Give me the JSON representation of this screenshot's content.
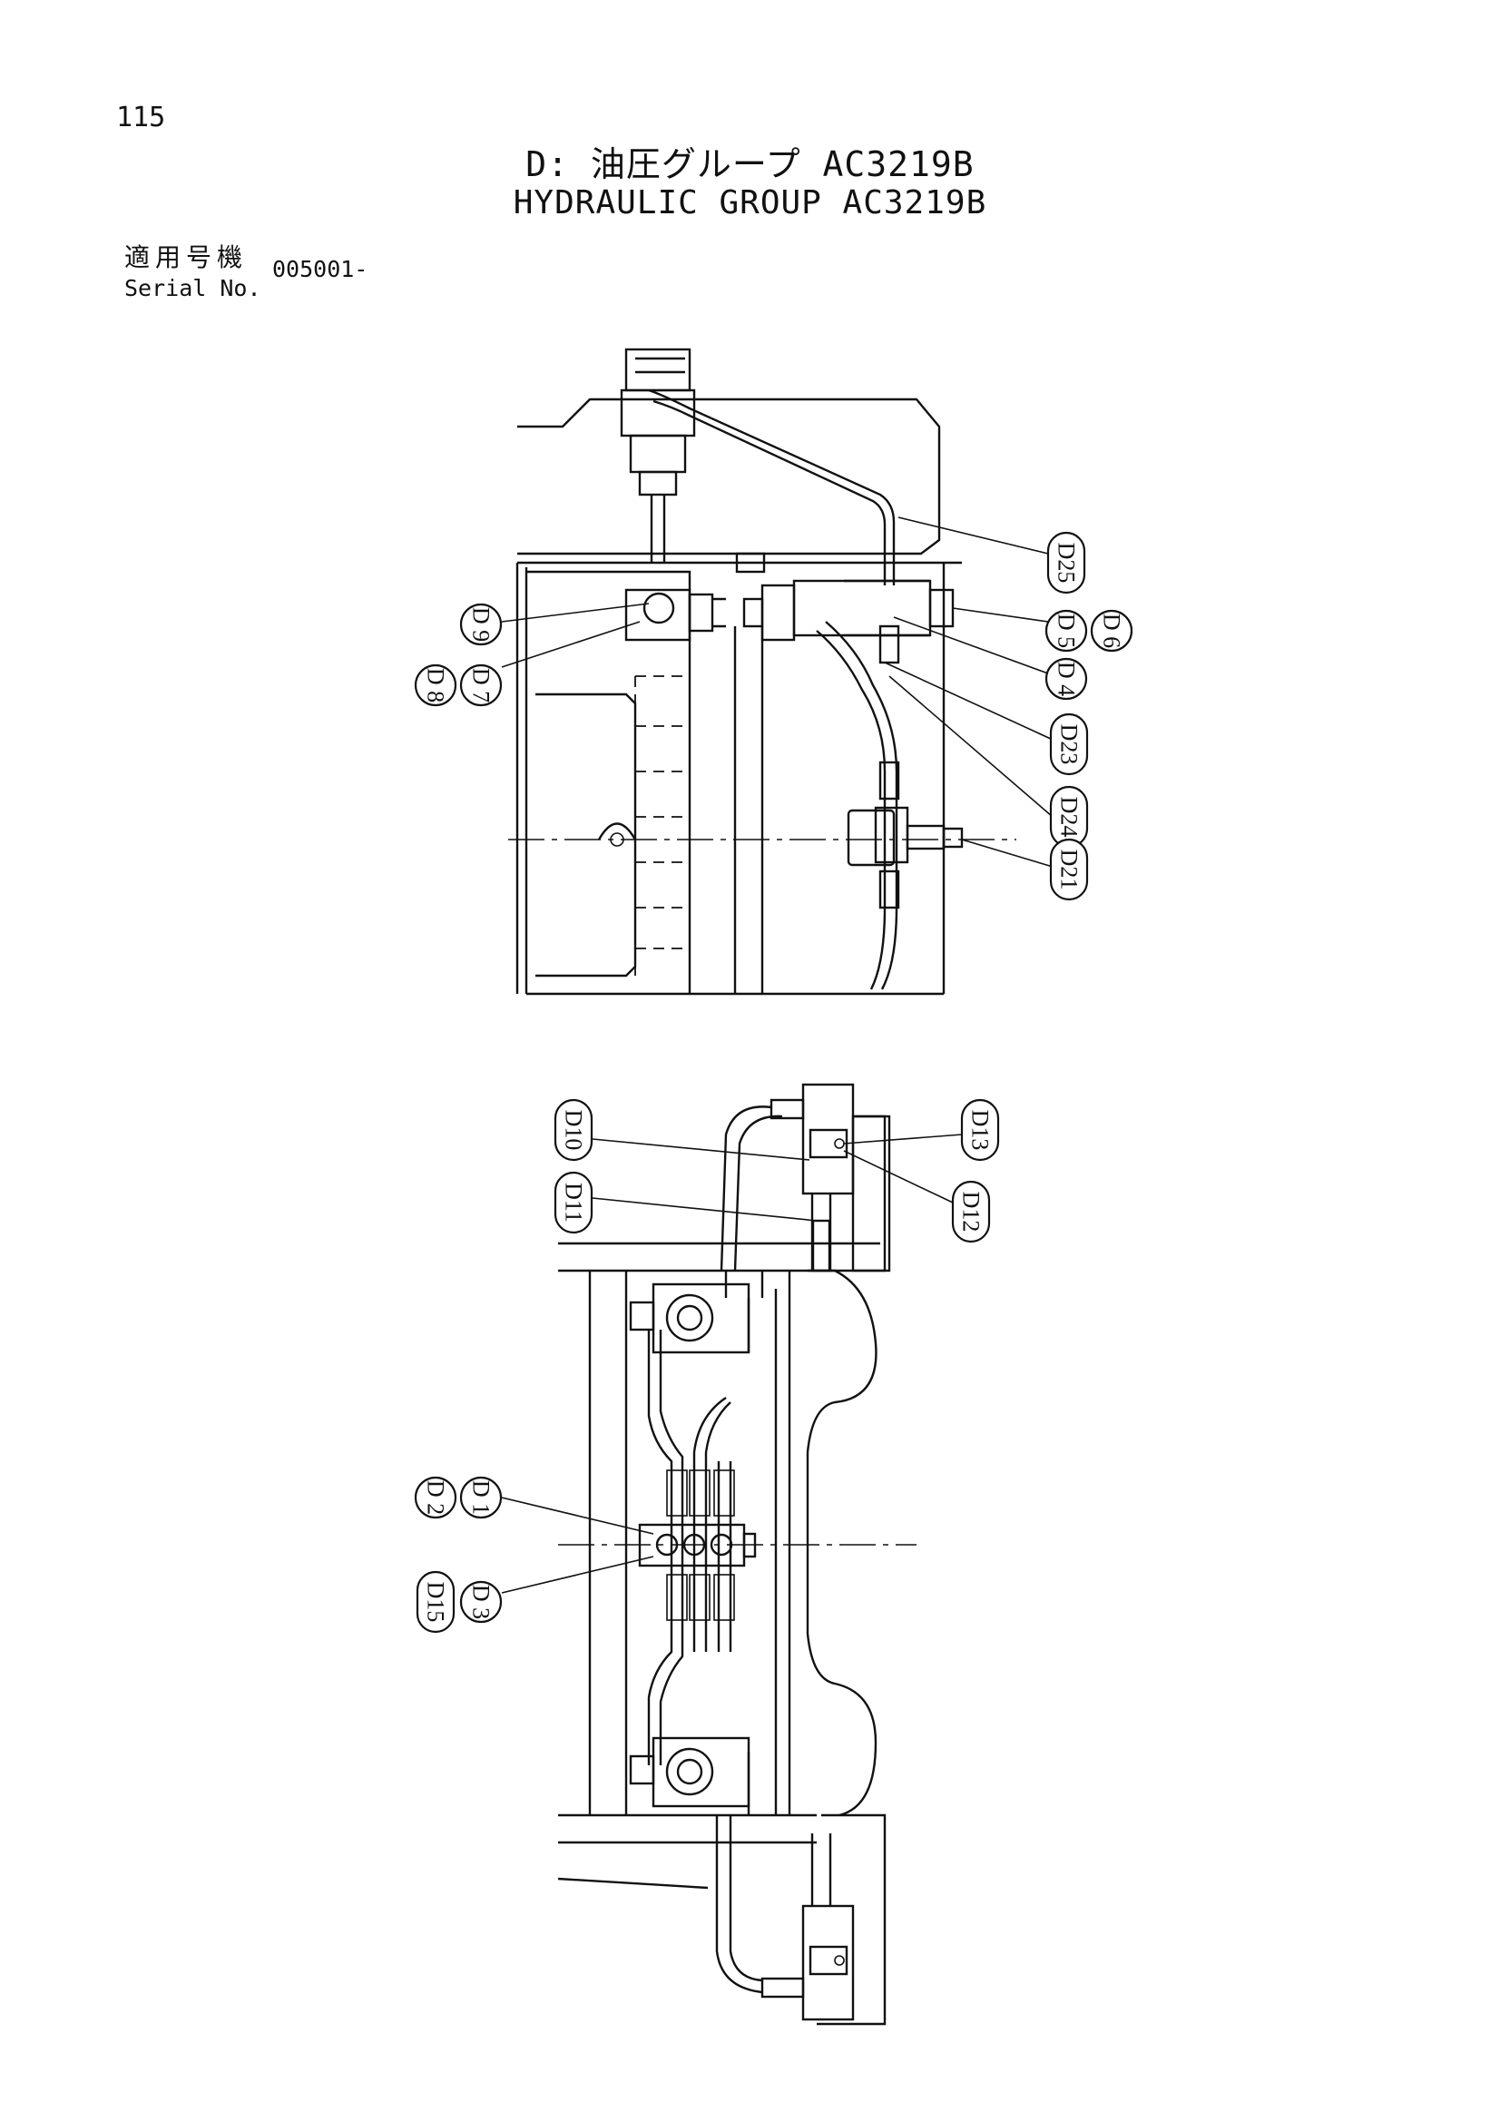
{
  "page": {
    "number": "115"
  },
  "title": {
    "jp": "D: 油圧グループ AC3219B",
    "en": "HYDRAULIC GROUP AC3219B"
  },
  "serial": {
    "label_jp": "適用号機",
    "label_en": "Serial No.",
    "value": "005001-"
  },
  "callouts": {
    "D1": "D 1",
    "D2": "D 2",
    "D3": "D 3",
    "D4": "D 4",
    "D5": "D 5",
    "D6": "D 6",
    "D7": "D 7",
    "D8": "D 8",
    "D9": "D 9",
    "D10": "D10",
    "D11": "D11",
    "D12": "D12",
    "D13": "D13",
    "D15": "D15",
    "D21": "D21",
    "D23": "D23",
    "D24": "D24",
    "D25": "D25"
  }
}
